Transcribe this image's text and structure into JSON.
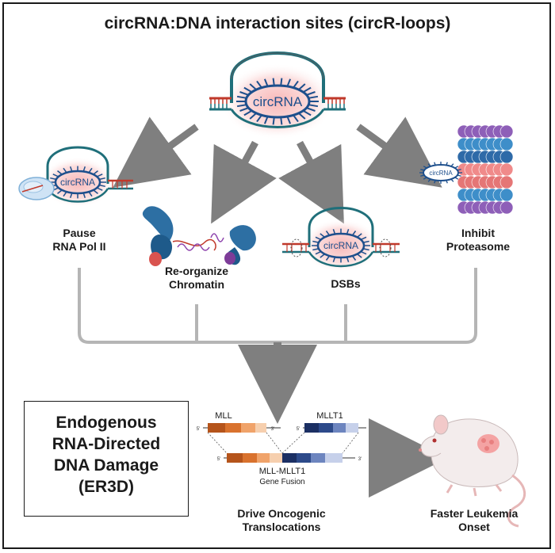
{
  "title": "circRNA:DNA interaction sites (circR-loops)",
  "circ_label": "circRNA",
  "effects": {
    "pause": [
      "Pause",
      "RNA Pol II"
    ],
    "chromatin": [
      "Re-organize",
      "Chromatin"
    ],
    "dsb": [
      "DSBs"
    ],
    "proteasome": [
      "Inhibit",
      "Proteasome"
    ]
  },
  "er3d": [
    "Endogenous",
    "RNA-Directed",
    "DNA Damage",
    "(ER3D)"
  ],
  "fusion": {
    "gene_a": "MLL",
    "gene_b": "MLLT1",
    "fused_name": "MLL-MLLT1",
    "fused_sub": "Gene Fusion",
    "prime5": "5'",
    "prime3": "3'"
  },
  "outcomes": {
    "translocations": [
      "Drive Oncogenic",
      "Translocations"
    ],
    "leukemia": [
      "Faster Leukemia",
      "Onset"
    ]
  },
  "colors": {
    "arrow": "#7f7f7f",
    "connector": "#b5b5b5",
    "dna_red": "#c0392b",
    "dna_teal": "#1f6f7a",
    "circ": "#1d4f8c",
    "glow": "#f6b8b8",
    "mll": "#d9722e",
    "mllt1": "#2d4a8a"
  },
  "icons": [
    "circr-loop-icon",
    "rna-polymerase-icon",
    "chromosome-icon",
    "proteasome-icon",
    "mouse-icon"
  ]
}
